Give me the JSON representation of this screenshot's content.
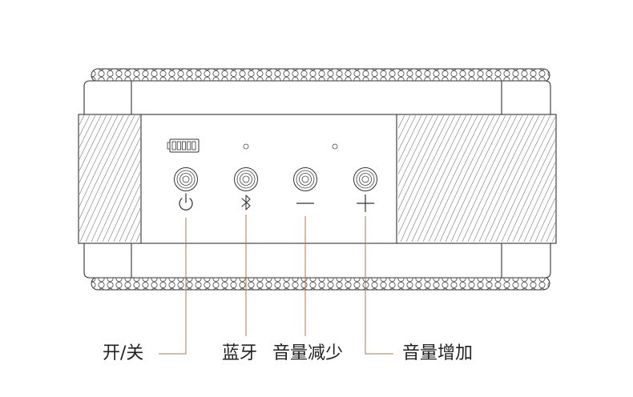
{
  "diagram": {
    "line_color": "#333333",
    "leader_color": "#b07a52",
    "battery_cells": 5,
    "callouts": [
      {
        "id": "power",
        "label": "开/关",
        "icon": "power-icon"
      },
      {
        "id": "bluetooth",
        "label": "蓝牙",
        "icon": "bluetooth-icon"
      },
      {
        "id": "volume-down",
        "label": "音量减少",
        "icon": "minus-icon"
      },
      {
        "id": "volume-up",
        "label": "音量增加",
        "icon": "plus-icon"
      }
    ]
  }
}
